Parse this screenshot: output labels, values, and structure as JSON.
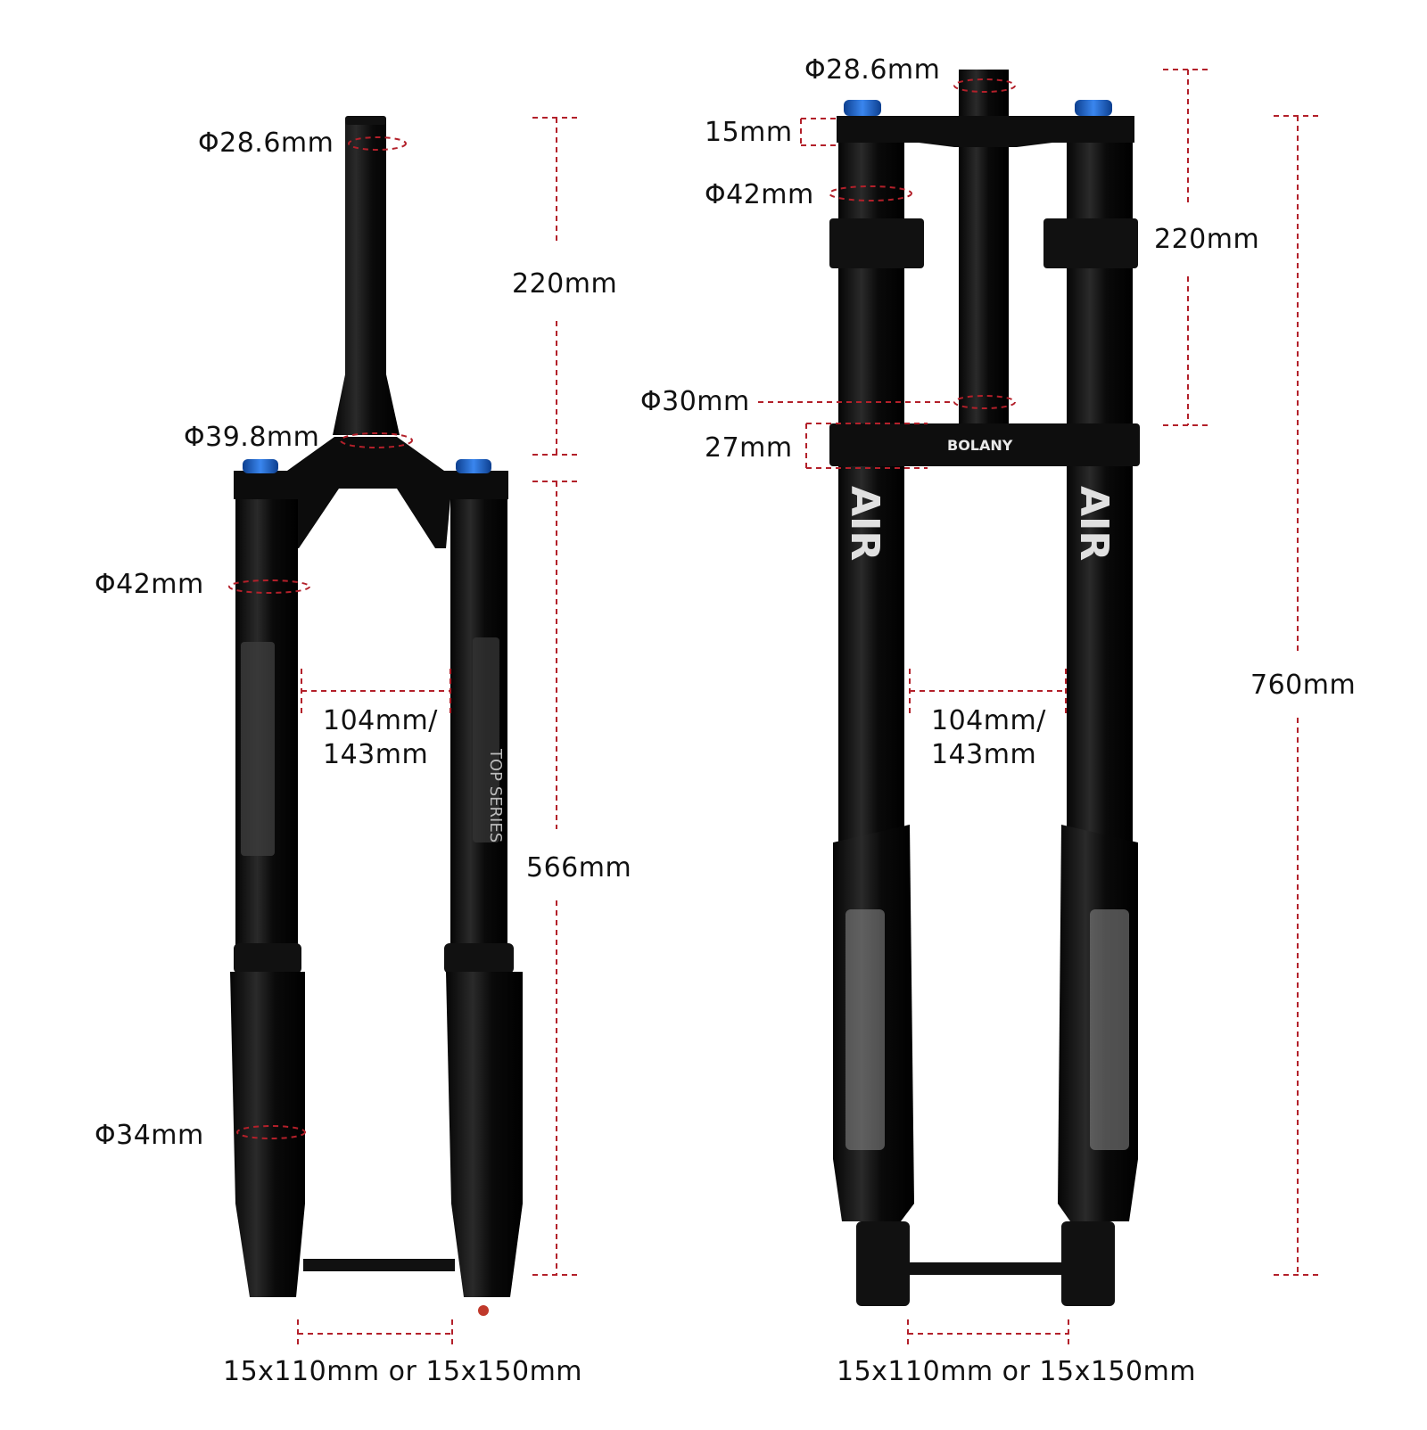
{
  "left_fork": {
    "labels": {
      "steerer_top": "Φ28.6mm",
      "steerer_height": "220mm",
      "steerer_base": "Φ39.8mm",
      "stanchion_dia": "Φ42mm",
      "spacing": "104mm/ 143mm",
      "length": "566mm",
      "lower_dia": "Φ34mm",
      "axle": "15x110mm or 15x150mm"
    },
    "decals": {
      "leg_text": "TOP SERIES"
    }
  },
  "right_fork": {
    "labels": {
      "steerer_top": "Φ28.6mm",
      "crown_thickness": "15mm",
      "stanchion_dia": "Φ42mm",
      "steerer_height": "220mm",
      "steerer_base": "Φ30mm",
      "lower_crown": "27mm",
      "spacing": "104mm/ 143mm",
      "length": "760mm",
      "axle": "15x110mm or 15x150mm"
    },
    "decals": {
      "crown_logo": "BOLANY",
      "air_text": "AIR"
    }
  },
  "colors": {
    "fork": "#0b0b0b",
    "dimension_line": "#b3202a",
    "cap": "#1e63c8",
    "decal": "#9a9a9a"
  }
}
